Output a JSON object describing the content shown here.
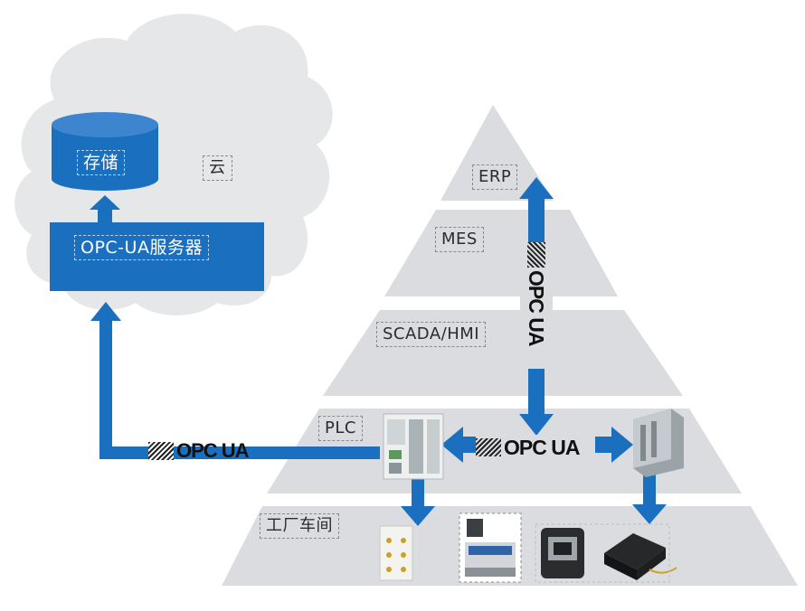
{
  "cloud": {
    "label": "云",
    "storage_label": "存储",
    "server_label": "OPC-UA服务器"
  },
  "pyramid": {
    "levels": [
      {
        "id": "erp",
        "label": "ERP"
      },
      {
        "id": "mes",
        "label": "MES"
      },
      {
        "id": "scada",
        "label": "SCADA/HMI"
      },
      {
        "id": "plc",
        "label": "PLC"
      },
      {
        "id": "factory",
        "label": "工厂车间"
      }
    ]
  },
  "logos": {
    "opc_ua": "OPC UA"
  },
  "colors": {
    "accent_blue": "#1b6fbf",
    "cloud_gray": "#e8e9ea",
    "pyramid_gray": "#dadcdf",
    "stripe_white": "#ffffff"
  }
}
